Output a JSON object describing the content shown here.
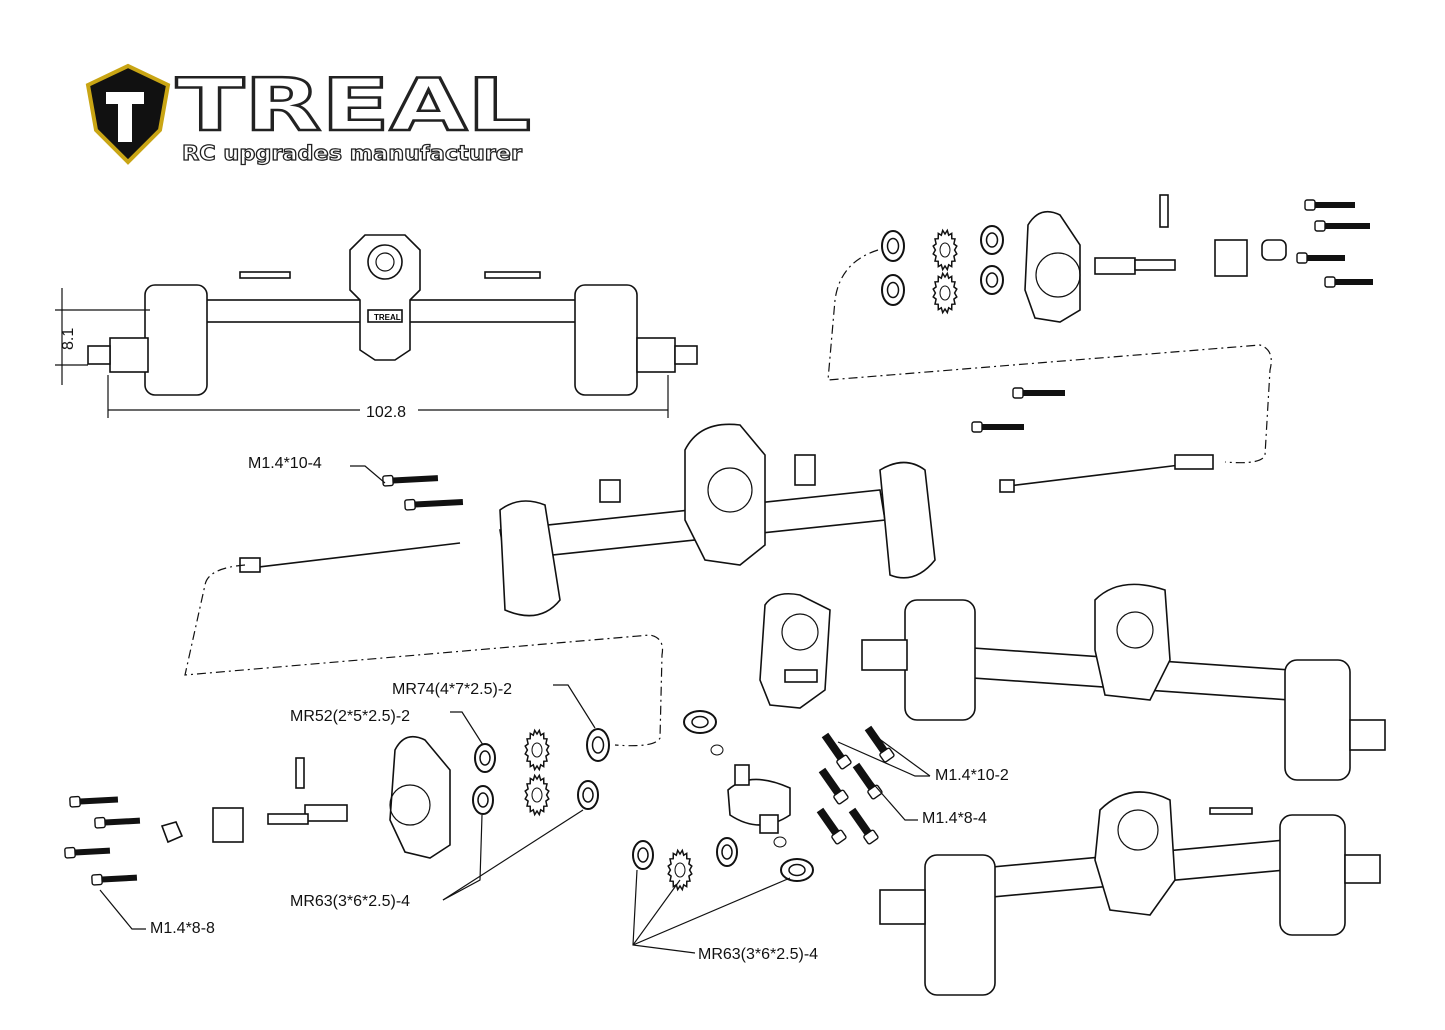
{
  "logo": {
    "brand": "TREAL",
    "tagline": "RC upgrades manufacturer",
    "gold": "#c9a514",
    "shield": "#111111"
  },
  "dimensions": {
    "height": "8.1",
    "width": "102.8"
  },
  "labels": {
    "screws_top_left": "M1.4*10-4",
    "bearing_mr74": "MR74(4*7*2.5)-2",
    "bearing_mr52": "MR52(2*5*2.5)-2",
    "bearing_mr63_left": "MR63(3*6*2.5)-4",
    "screws_bottom_left": "M1.4*8-8",
    "screws_center_10": "M1.4*10-2",
    "screws_center_8": "M1.4*8-4",
    "bearing_mr63_center": "MR63(3*6*2.5)-4"
  },
  "axle_badge": "TREAL"
}
